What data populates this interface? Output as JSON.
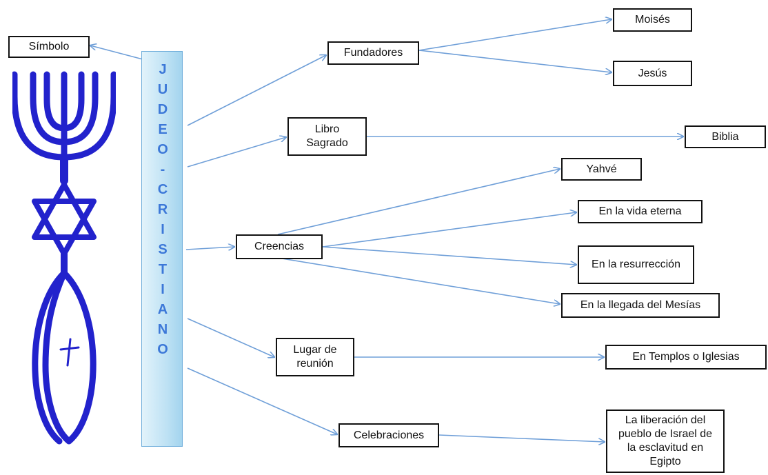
{
  "center": {
    "title_letters": [
      "J",
      "U",
      "D",
      "E",
      "O",
      "-",
      "C",
      "R",
      "I",
      "S",
      "T",
      "I",
      "A",
      "N",
      "O"
    ]
  },
  "nodes": {
    "simbolo": "Símbolo",
    "fundadores": "Fundadores",
    "moises": "Moisés",
    "jesus": "Jesús",
    "libro_sagrado": "Libro Sagrado",
    "biblia": "Biblia",
    "creencias": "Creencias",
    "yahve": "Yahvé",
    "vida_eterna": "En la vida eterna",
    "resurreccion": "En la resurrección",
    "mesias": "En la llegada del Mesías",
    "lugar_reunion": "Lugar de reunión",
    "templos": "En Templos o Iglesias",
    "celebraciones": "Celebraciones",
    "liberacion": "La liberación del pueblo de Israel de la esclavitud en Egipto"
  },
  "colors": {
    "connector": "#6f9fd8",
    "emblem": "#2222cc",
    "center_text": "#3c78d8"
  },
  "icons": {
    "emblem": "messianic-seal-icon"
  }
}
